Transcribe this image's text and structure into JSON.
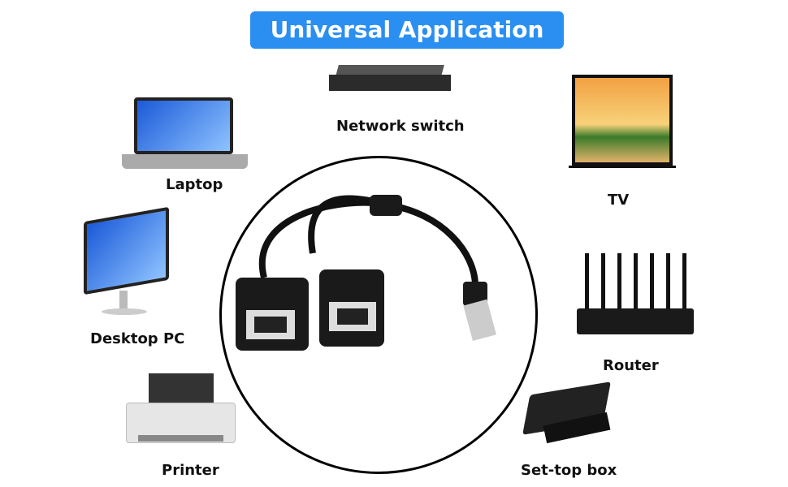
{
  "title": "Universal Application",
  "devices": {
    "network_switch": "Network switch",
    "laptop": "Laptop",
    "tv": "TV",
    "desktop_pc": "Desktop PC",
    "router": "Router",
    "printer": "Printer",
    "set_top_box": "Set-top box"
  },
  "colors": {
    "accent": "#2a8ff0"
  }
}
